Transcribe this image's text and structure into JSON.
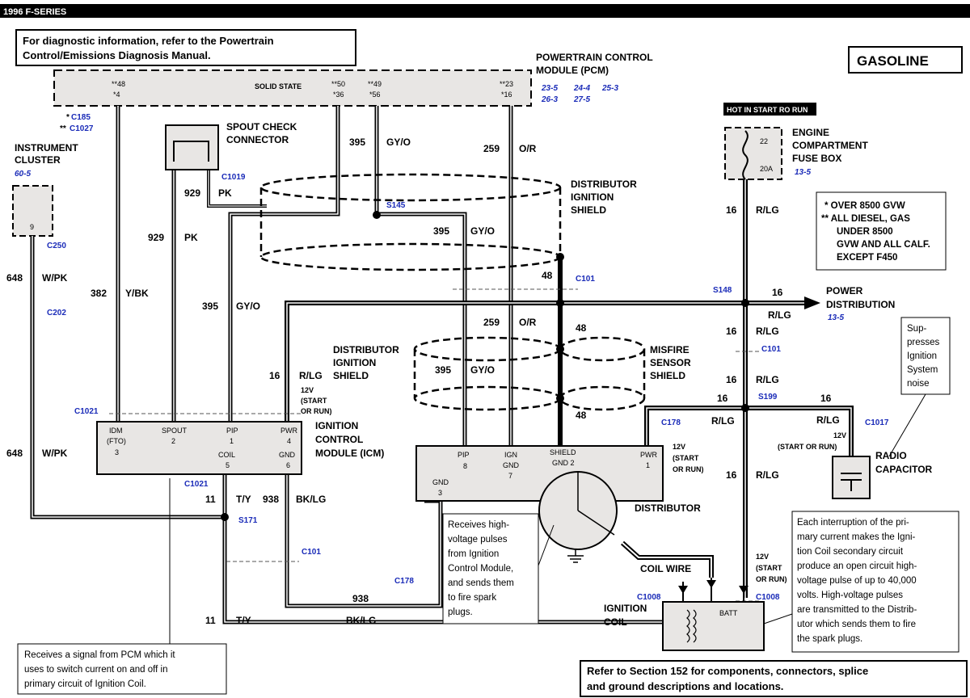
{
  "header": {
    "title": "1996 F-SERIES"
  },
  "diag_note": {
    "line1": "For diagnostic information, refer to the Powertrain",
    "line2": "Control/Emissions Diagnosis Manual."
  },
  "gasoline": "GASOLINE",
  "pcm": {
    "label1": "POWERTRAIN CONTROL",
    "label2": "MODULE (PCM)",
    "refs": [
      "23-5",
      "24-4",
      "25-3",
      "26-3",
      "27-5"
    ],
    "solid_state": "SOLID STATE",
    "pins": [
      "**48",
      "*4",
      "**50",
      "*36",
      "**49",
      "*56",
      "**23",
      "*16"
    ]
  },
  "connectors": {
    "c185": "C185",
    "c1027": "C1027",
    "c250": "C250",
    "c202": "C202",
    "c1021a": "C1021",
    "c1021b": "C1021",
    "c1019": "C1019",
    "s145": "S145",
    "c101a": "C101",
    "c101b": "C101",
    "c101c": "C101",
    "s148": "S148",
    "s199": "S199",
    "c178a": "C178",
    "c178b": "C178",
    "c1017": "C1017",
    "c1008a": "C1008",
    "c1008b": "C1008",
    "s171": "S171"
  },
  "prefix": {
    "one": "*",
    "two": "**"
  },
  "instrument_cluster": {
    "label1": "INSTRUMENT",
    "label2": "CLUSTER",
    "ref": "60-5",
    "pin": "9"
  },
  "spout": {
    "label1": "SPOUT CHECK",
    "label2": "CONNECTOR"
  },
  "dist_shield_top": {
    "label1": "DISTRIBUTOR",
    "label2": "IGNITION",
    "label3": "SHIELD"
  },
  "dist_shield_mid": {
    "label1": "DISTRIBUTOR",
    "label2": "IGNITION",
    "label3": "SHIELD"
  },
  "misfire": {
    "label1": "MISFIRE",
    "label2": "SENSOR",
    "label3": "SHIELD"
  },
  "fuse_box": {
    "hot": "HOT IN START RO RUN",
    "label1": "ENGINE",
    "label2": "COMPARTMENT",
    "label3": "FUSE BOX",
    "ref": "13-5",
    "pin": "22",
    "rating": "20A"
  },
  "footnotes": {
    "l1": "* OVER 8500 GVW",
    "l2": "** ALL DIESEL, GAS",
    "l3": "UNDER 8500",
    "l4": "GVW AND ALL CALF.",
    "l5": "EXCEPT F450"
  },
  "power_dist": {
    "label1": "POWER",
    "label2": "DISTRIBUTION",
    "ref": "13-5"
  },
  "wires": {
    "w648": "648",
    "wpk": "W/PK",
    "w382": "382",
    "ybk": "Y/BK",
    "w929": "929",
    "pk": "PK",
    "w395": "395",
    "gyo": "GY/O",
    "w259": "259",
    "or": "O/R",
    "w48": "48",
    "w16": "16",
    "rlg": "R/LG",
    "w11": "11",
    "ty": "T/Y",
    "w938": "938",
    "bklg": "BK/LG"
  },
  "icm": {
    "label1": "IGNITION",
    "label2": "CONTROL",
    "label3": "MODULE (ICM)",
    "idm": "IDM",
    "fto": "(FTO)",
    "idm_pin": "3",
    "spout": "SPOUT",
    "spout_pin": "2",
    "pip": "PIP",
    "pip_pin": "1",
    "coil": "COIL",
    "coil_pin": "5",
    "pwr": "PWR",
    "pwr_pin": "4",
    "gnd": "GND",
    "gnd_pin": "6"
  },
  "start_run": {
    "v": "12V",
    "l1": "(START",
    "l2": "OR RUN)",
    "inline": "(START OR RUN)"
  },
  "distributor": {
    "label": "DISTRIBUTOR",
    "pip": "PIP",
    "pip_pin": "8",
    "ign": "IGN",
    "ign_gnd": "GND",
    "ign_pin": "7",
    "shield": "SHIELD",
    "shield_gnd": "GND 2",
    "pwr": "PWR",
    "pwr_pin": "1",
    "gnd": "GND",
    "gnd_pin": "3"
  },
  "suppress": {
    "l1": "Sup-",
    "l2": "presses",
    "l3": "Ignition",
    "l4": "System",
    "l5": "noise"
  },
  "radio_cap": {
    "label1": "RADIO",
    "label2": "CAPACITOR"
  },
  "coil": {
    "wire": "COIL WIRE",
    "label1": "IGNITION",
    "label2": "COIL",
    "batt": "BATT"
  },
  "note_dist": {
    "lines": [
      "Receives high-",
      "voltage pulses",
      "from Ignition",
      "Control Module,",
      "and sends them",
      "to fire spark",
      "plugs."
    ]
  },
  "note_coil": {
    "lines": [
      "Each interruption of the pri-",
      "mary current makes the Igni-",
      "tion Coil secondary circuit",
      "produce an open circuit high-",
      "voltage pulse of up to 40,000",
      "volts.  High-voltage pulses",
      "are transmitted to the Distrib-",
      "utor which sends them to fire",
      "the spark plugs."
    ]
  },
  "note_icm": {
    "lines": [
      "Receives a signal from PCM which it",
      "uses to switch current on and off in",
      "primary circuit of Ignition Coil."
    ]
  },
  "section_ref": {
    "l1": "Refer to Section 152 for components, connectors, splice",
    "l2": "and ground descriptions and locations."
  }
}
